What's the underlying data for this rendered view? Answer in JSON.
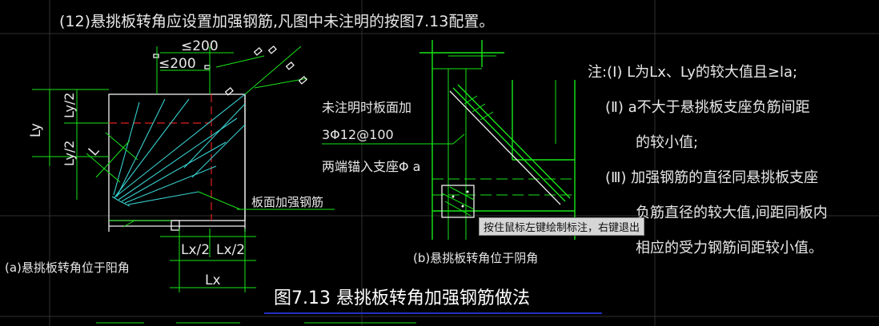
{
  "colors": {
    "background": "#000000",
    "linework": "#19e619",
    "rebar": "#39d0d0",
    "centerline": "#e02020",
    "title_underline": "#2030c0",
    "text": "#e8e8e8"
  },
  "header_note": "(12)悬挑板转角应设置加强钢筋,凡图中未注明的按图7.13配置。",
  "figure_a": {
    "dim_top_1": "≤200",
    "dim_top_2": "≤200",
    "dim_ly": "Ly",
    "dim_ly_half_top": "Ly/2",
    "dim_ly_half_bottom": "Ly/2",
    "dim_l": "L",
    "dim_lx_half_left": "Lx/2",
    "dim_lx_half_right": "Lx/2",
    "dim_lx": "Lx",
    "callout_slab_rebar": "板面加强钢筋",
    "caption": "(a)悬挑板转角位于阳角"
  },
  "figure_b": {
    "note_line_1": "未注明时板面加",
    "note_line_2": "3Φ12@100",
    "note_line_3": "两端锚入支座Φ a",
    "caption": "(b)悬挑板转角位于阴角"
  },
  "notes": {
    "line_1": "注:(Ⅰ) L为Lx、Ly的较大值且≥la;",
    "line_2": "(Ⅱ) a不大于悬挑板支座负筋间距",
    "line_3": "的较小值;",
    "line_4": "(Ⅲ) 加强钢筋的直径同悬挑板支座",
    "line_5": "负筋直径的较大值,间距同板内",
    "line_6": "相应的受力钢筋间距较小值。"
  },
  "figure_title": "图7.13  悬挑板转角加强钢筋做法",
  "tooltip": "按住鼠标左键绘制标注，右键退出",
  "icons": {
    "concrete_hatch": "concrete-section-hatch-icon",
    "dim_tick": "dimension-tick-icon"
  }
}
